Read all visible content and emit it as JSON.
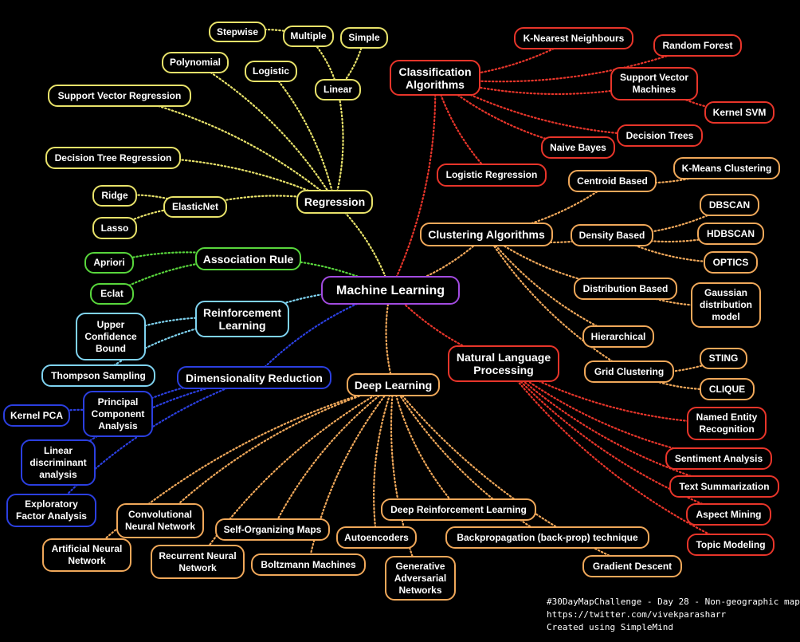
{
  "colors": {
    "root": "#a24be0",
    "regression": "#e8e26a",
    "association": "#58d63c",
    "reinforcement": "#7fd3f0",
    "dimensionality": "#2b3fe0",
    "deep_learning": "#f0a85a",
    "nlp": "#e8352a",
    "clustering": "#f0a85a",
    "classification": "#e8352a"
  },
  "root": "Machine Learning",
  "regression": {
    "label": "Regression",
    "linear": "Linear",
    "stepwise": "Stepwise",
    "multiple": "Multiple",
    "simple": "Simple",
    "polynomial": "Polynomial",
    "logistic": "Logistic",
    "svr": "Support Vector Regression",
    "dtr": "Decision Tree Regression",
    "elasticnet": "ElasticNet",
    "ridge": "Ridge",
    "lasso": "Lasso"
  },
  "association": {
    "label": "Association Rule",
    "apriori": "Apriori",
    "eclat": "Eclat"
  },
  "reinforcement": {
    "label": "Reinforcement\nLearning",
    "ucb": "Upper\nConfidence\nBound",
    "thompson": "Thompson Sampling"
  },
  "dimensionality": {
    "label": "Dimensionality Reduction",
    "pca": "Principal\nComponent\nAnalysis",
    "kpca": "Kernel PCA",
    "lda": "Linear\ndiscriminant\nanalysis",
    "efa": "Exploratory\nFactor Analysis"
  },
  "deep_learning": {
    "label": "Deep Learning",
    "ann": "Artificial Neural\nNetwork",
    "cnn": "Convolutional\nNeural Network",
    "rnn": "Recurrent Neural\nNetwork",
    "som": "Self-Organizing Maps",
    "boltzmann": "Boltzmann Machines",
    "autoencoders": "Autoencoders",
    "gan": "Generative\nAdversarial\nNetworks",
    "drl": "Deep Reinforcement Learning",
    "backprop": "Backpropagation (back-prop) technique",
    "gd": "Gradient Descent"
  },
  "nlp": {
    "label": "Natural Language\nProcessing",
    "ner": "Named Entity\nRecognition",
    "sentiment": "Sentiment Analysis",
    "summarization": "Text Summarization",
    "aspect": "Aspect Mining",
    "topic": "Topic Modeling"
  },
  "clustering": {
    "label": "Clustering Algorithms",
    "centroid": "Centroid Based",
    "kmeans": "K-Means Clustering",
    "density": "Density Based",
    "dbscan": "DBSCAN",
    "hdbscan": "HDBSCAN",
    "optics": "OPTICS",
    "distribution": "Distribution Based",
    "gaussian": "Gaussian\ndistribution\nmodel",
    "hierarchical": "Hierarchical",
    "grid": "Grid Clustering",
    "sting": "STING",
    "clique": "CLIQUE"
  },
  "classification": {
    "label": "Classification\nAlgorithms",
    "knn": "K-Nearest Neighbours",
    "rf": "Random Forest",
    "svm": "Support Vector\nMachines",
    "ksvm": "Kernel SVM",
    "dt": "Decision Trees",
    "nb": "Naive Bayes",
    "lr": "Logistic Regression"
  },
  "footer": {
    "line1": "#30DayMapChallenge - Day 28 - Non-geographic map",
    "line2": "https://twitter.com/vivekparasharr",
    "line3": "Created using SimpleMind"
  }
}
